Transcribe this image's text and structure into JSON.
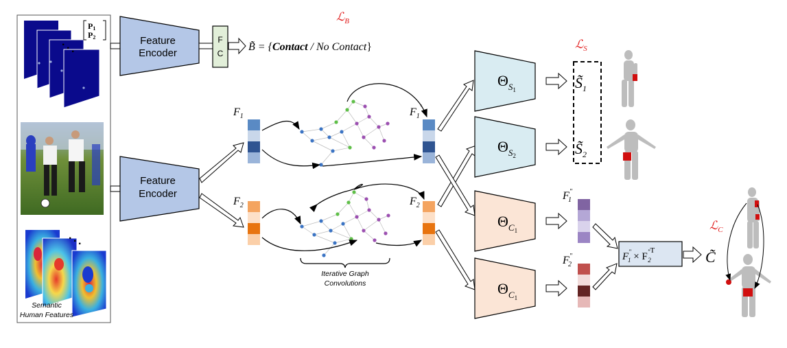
{
  "input_panel": {
    "keypoint_labels": [
      "P",
      "1",
      "P",
      "2"
    ],
    "semantic_caption_line1": "Semantic",
    "semantic_caption_line2": "Human Features"
  },
  "top_branch": {
    "encoder_line1": "Feature",
    "encoder_line2": "Encoder",
    "fc_line1": "F",
    "fc_line2": "C",
    "loss_main": "ℒ",
    "loss_sub": "B",
    "output_prefix": "B̃ = {",
    "output_contact": "Contact",
    "output_sep": " / ",
    "output_nocontact": "No Contact",
    "output_suffix": "}"
  },
  "bottom_branch": {
    "encoder_line1": "Feature",
    "encoder_line2": "Encoder",
    "f1_main": "F",
    "f1_sub": "1",
    "f2_main": "F",
    "f2_sub": "2",
    "f1p_main": "F",
    "f1p_sub": "1",
    "f1p_prime": "′",
    "f2p_main": "F",
    "f2p_sub": "2",
    "f2p_prime": "′",
    "graph_caption_line1": "Iterative Graph",
    "graph_caption_line2": "Convolutions"
  },
  "heads": {
    "theta": "Θ",
    "s1_sub": "S",
    "s1_subsub": "1",
    "s2_sub": "S",
    "s2_subsub": "2",
    "c1_sub": "C",
    "c1_subsub": "1",
    "c2_sub": "C",
    "c2_subsub": "1"
  },
  "outputs": {
    "loss_s_main": "ℒ",
    "loss_s_sub": "S",
    "s1_main": "S̃",
    "s1_sub": "1",
    "s2_main": "S̃",
    "s2_sub": "2",
    "f1pp_main": "F",
    "f1pp_sup": "\"",
    "f1pp_sub": "1",
    "f2pp_main": "F",
    "f2pp_sup": "\"",
    "f2pp_sub": "2",
    "product_a": "F",
    "product_a_sup": "\"",
    "product_a_sub": "1",
    "product_times": " × F",
    "product_b_sup": "\"",
    "product_T": "T",
    "product_b_sub": "2",
    "c_out": "C̃",
    "loss_c_main": "ℒ",
    "loss_c_sub": "C"
  },
  "colors": {
    "encoder_fill": "#b4c7e7",
    "theta_s_fill": "#d9ecf2",
    "theta_c_fill": "#fbe5d6",
    "fc_fill": "#e2efd9",
    "loss_red": "#e11d1d",
    "heatmap_dark_blue": "#0a0a8c"
  }
}
